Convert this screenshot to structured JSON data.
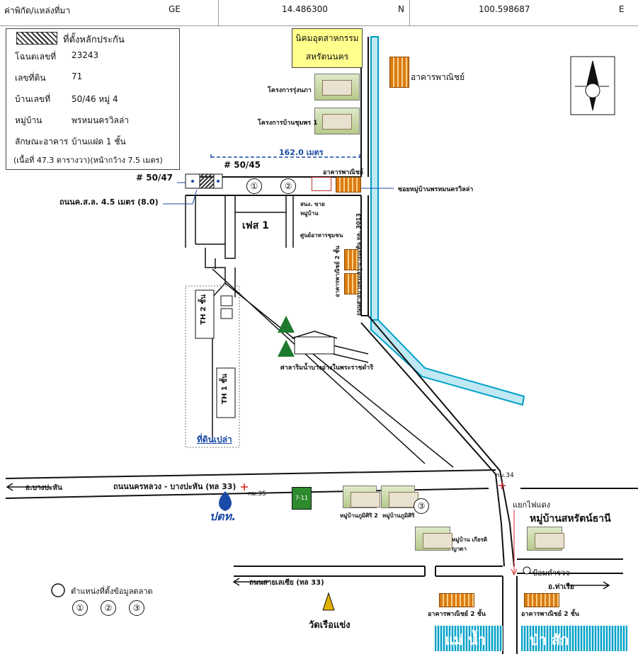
{
  "header": {
    "location_label": "ค่าพิกัด/แหล่งที่มา",
    "system": "GE",
    "lat": "14.486300",
    "lat_dir": "N",
    "lon": "100.598687",
    "lon_dir": "E"
  },
  "info": {
    "legend_text": "ที่ตั้งหลักประกัน",
    "rows": [
      {
        "label": "โฉนดเลขที่",
        "value": "23243"
      },
      {
        "label": "เลขที่ดิน",
        "value": "71"
      },
      {
        "label": "บ้านเลขที่",
        "value": "50/46  หมู่ 4"
      },
      {
        "label": "หมู่บ้าน",
        "value": "พรหมนครวิลล่า"
      },
      {
        "label": "ลักษณะอาคาร",
        "value": "บ้านแฝด 1 ชั้น"
      }
    ],
    "area_note": "(เนื้อที่ 47.3 ตารางวา)(หน้ากว้าง 7.5 เมตร)"
  },
  "map": {
    "industrial_estate": [
      "นิคมอุตสาหกรรม",
      "สหรัตนนคร"
    ],
    "commercial_building": "อาคารพาณิชย์",
    "project_1": "โครงการรุ่งนภา",
    "project_2": "โครงการบ้านชุมพร 1",
    "distance": "162.0 เมตร",
    "house_50_45": "# 50/45",
    "house_50_47": "# 50/47",
    "road_width": "ถนนค.ส.ล. 4.5 เมตร (8.0)",
    "commercial_small": "อาคารพาณิชย์",
    "soi_village": "ซอยหมู่บ้านพรหมนครวิลล่า",
    "village_office": "สนง. ขายหมู่บ้าน",
    "phase": "เฟส 1",
    "health_center": "ศูนย์อาหารชุมชน",
    "highway_3013": "ถนนสายบางพระครู-บางปะหัน ทล. 3013",
    "commercial_2f": "อาคารพาณิชย์ 2 ชั้น",
    "th2": "TH 2 ชั้น",
    "th1": "TH 1 ชั้น",
    "empty_land": "ที่ดินเปล่า",
    "temple_pavilion": "ศาลาริมน้ำบางอ่างในพระราชดำริ",
    "road_33": "ถนนนครหลวง - บางปะหัน (ทล 33)",
    "bang_pahan": "อ.บางปะหัน",
    "km35": "กม.35",
    "km34": "กม.34",
    "ptt": "ปตท.",
    "seven": "7-11",
    "village_pn2": "หมู่บ้านภูมิศิริ 2",
    "village_pn": "หมู่บ้านภูมิศิริ",
    "junction": "แยกไฟแดง",
    "sahatthani": "หมู่บ้านสหรัตน์ธานี",
    "village_kr": "หมู่บ้าน เกียรติญาดา",
    "police": "ป้อมตำรวจ",
    "road_lower": "ถนนสายเลเซีย (ทล 33)",
    "tha_ruea": "อ.ท่าเรือ",
    "commercial_2f_a": "อาคารพาณิชย์ 2 ชั้น",
    "commercial_2f_b": "อาคารพาณิชย์ 2 ชั้น",
    "wat": "วัดเรือแข่ง",
    "river_1": "แม่ น้ำ",
    "river_2": "ป่า สัก",
    "legend_market": "ตำแหน่งที่ตั้งข้อมูลตลาด",
    "marker_1": "①",
    "marker_2": "②",
    "marker_3": "③"
  },
  "colors": {
    "road": "#111111",
    "canal": "#00a0c6",
    "highlight": "#ffff8c",
    "building": "#d97b12"
  }
}
